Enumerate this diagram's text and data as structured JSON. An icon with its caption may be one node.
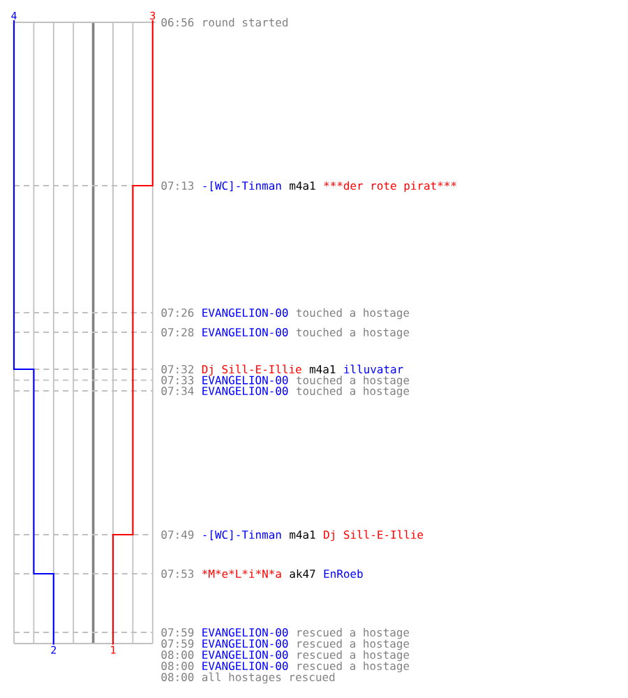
{
  "diagram": {
    "labels": [
      "4",
      "3",
      "06:56",
      "round started",
      "07:13",
      "-[WC]-Tinman",
      "m4a1",
      "***der rote pirat***",
      "07:26",
      "EVANGELION-00",
      "touched a hostage",
      "07:28",
      "EVANGELION-00",
      "touched a hostage",
      "07:32",
      "Dj Sill-E-Illie",
      "m4a1",
      "illuvatar",
      "07:33",
      "EVANGELION-00",
      "touched a hostage",
      "07:34",
      "EVANGELION-00",
      "touched a hostage",
      "07:49",
      "-[WC]-Tinman",
      "m4a1",
      "Dj Sill-E-Illie",
      "07:53",
      "*M*e*L*i*N*a",
      "ak47",
      "EnRoeb",
      "07:59",
      "EVANGELION-00",
      "rescued a hostage",
      "07:59",
      "EVANGELION-00",
      "rescued a hostage",
      "08:00",
      "EVANGELION-00",
      "rescued a hostage",
      "08:00",
      "EVANGELION-00",
      "rescued a hostage",
      "08:00",
      "all hostages rescued",
      "2",
      "1"
    ]
  }
}
